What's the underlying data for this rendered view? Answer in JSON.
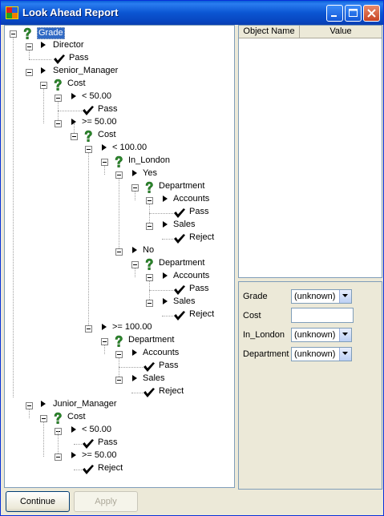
{
  "window": {
    "title": "Look Ahead Report"
  },
  "titlebar_buttons": {
    "minimize": "minimize",
    "maximize": "maximize",
    "close": "close"
  },
  "tree": {
    "grade": "Grade",
    "director": "Director",
    "director_pass": "Pass",
    "senior_manager": "Senior_Manager",
    "sm_cost": "Cost",
    "sm_lt50": "< 50.00",
    "sm_lt50_pass": "Pass",
    "sm_ge50": ">= 50.00",
    "sm_ge50_cost": "Cost",
    "lt100": "< 100.00",
    "in_london": "In_London",
    "yes": "Yes",
    "yes_department": "Department",
    "yes_accounts": "Accounts",
    "yes_accounts_pass": "Pass",
    "yes_sales": "Sales",
    "yes_sales_reject": "Reject",
    "no": "No",
    "no_department": "Department",
    "no_accounts": "Accounts",
    "no_accounts_pass": "Pass",
    "no_sales": "Sales",
    "no_sales_reject": "Reject",
    "ge100": ">= 100.00",
    "ge100_department": "Department",
    "ge100_accounts": "Accounts",
    "ge100_accounts_pass": "Pass",
    "ge100_sales": "Sales",
    "ge100_sales_reject": "Reject",
    "junior_manager": "Junior_Manager",
    "jm_cost": "Cost",
    "jm_lt50": "< 50.00",
    "jm_lt50_pass": "Pass",
    "jm_ge50": ">= 50.00",
    "jm_ge50_reject": "Reject"
  },
  "object_table": {
    "col_name": "Object Name",
    "col_value": "Value"
  },
  "form": {
    "grade_label": "Grade",
    "grade_value": "(unknown)",
    "cost_label": "Cost",
    "cost_value": "",
    "in_london_label": "In_London",
    "in_london_value": "(unknown)",
    "department_label": "Department",
    "department_value": "(unknown)"
  },
  "buttons": {
    "continue": "Continue",
    "apply": "Apply"
  },
  "colors": {
    "title_bar": "#0a5fd8",
    "selection": "#316ac5",
    "question_icon": "#2e8b2e",
    "window_bg": "#ece9d8"
  }
}
